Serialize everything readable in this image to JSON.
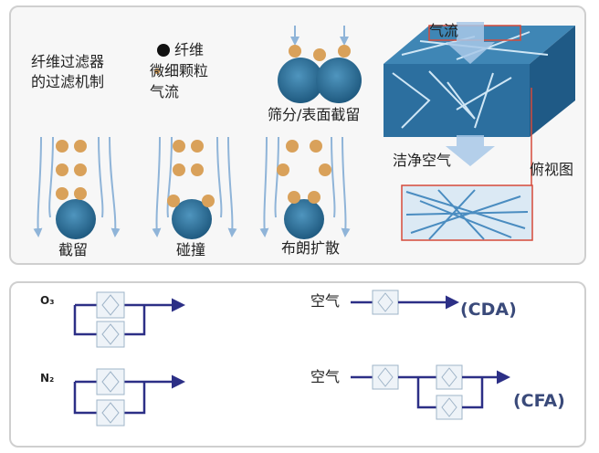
{
  "top": {
    "title_line1": "纤维过滤器",
    "title_line2": "的过滤机制",
    "legend_fiber": "纤维",
    "legend_particle": "微细颗粒",
    "legend_airflow": "气流",
    "label_sieve": "筛分/表面截留",
    "label_interception": "截留",
    "label_impaction": "碰撞",
    "label_brownian": "布朗扩散",
    "label_airflow": "气流",
    "label_clean_air": "洁净空气",
    "label_topview": "俯视图"
  },
  "bottom": {
    "label_o3": "O₃",
    "label_n2": "N₂",
    "label_air1": "空气",
    "label_air2": "空气",
    "label_cda": "(CDA)",
    "label_cfa": "(CFA)"
  },
  "colors": {
    "fiber": "#2f6f95",
    "particle": "#d9a15a",
    "flow": "#8fb4d8",
    "pipe": "#2c2f86"
  }
}
